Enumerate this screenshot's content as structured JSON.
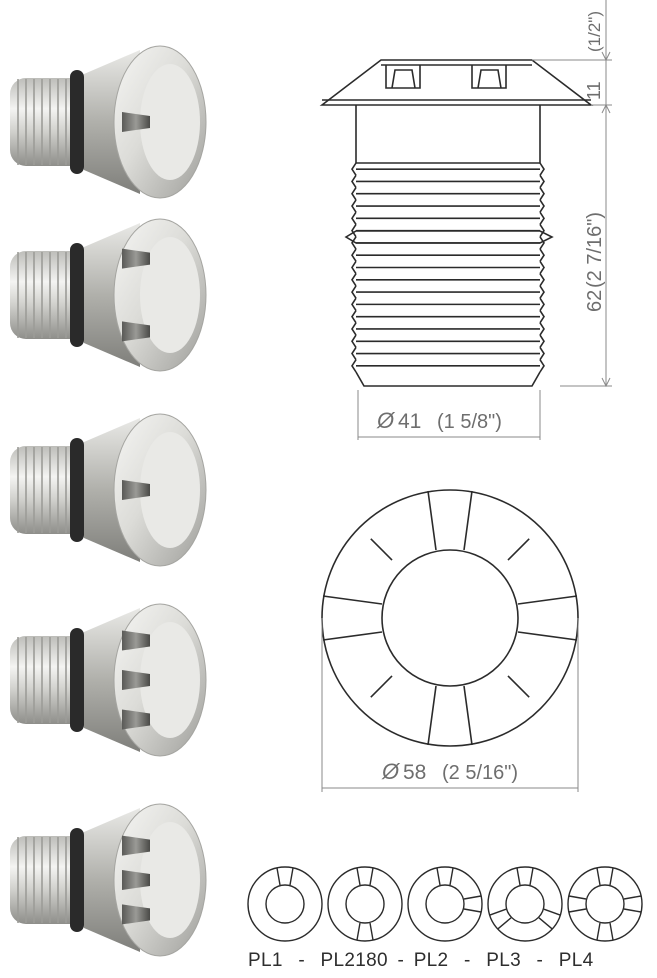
{
  "dimensions": {
    "top_metric": "11",
    "top_imperial": "(1/2\")",
    "height_metric": "62",
    "height_imperial": "(2 7/16\")",
    "body_dia_symbol": "Ø",
    "body_dia_metric": "41",
    "body_dia_imperial": "(1 5/8\")",
    "flange_dia_symbol": "Ø",
    "flange_dia_metric": "58",
    "flange_dia_imperial": "(2 5/16\")"
  },
  "variants": [
    {
      "code": "PL1",
      "beams": 1
    },
    {
      "code": "PL2180",
      "beams": 2
    },
    {
      "code": "PL2",
      "beams": 2
    },
    {
      "code": "PL3",
      "beams": 3
    },
    {
      "code": "PL4",
      "beams": 4
    }
  ],
  "caption_separator": "-",
  "colors": {
    "line": "#2b2b2b",
    "dim_line": "#8a8a8a",
    "dim_text": "#6e6e6e",
    "metal_light": "#f2f2f0",
    "metal_mid": "#c9c9c6",
    "metal_dark": "#8d8d8a",
    "oring": "#2a2a2a"
  }
}
